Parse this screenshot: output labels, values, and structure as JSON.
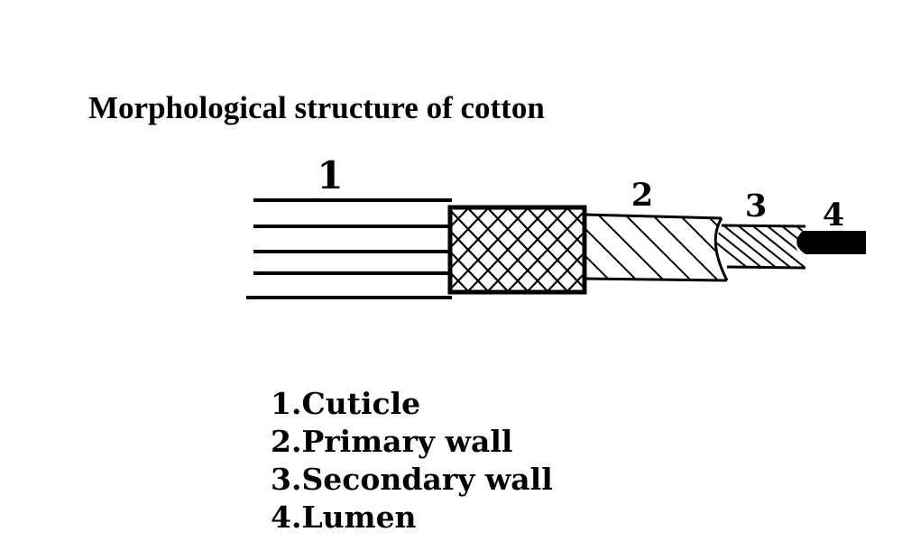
{
  "title": "Morphological structure of cotton",
  "diagram": {
    "labels": [
      "1",
      "2",
      "3",
      "4"
    ],
    "layers": [
      "cuticle",
      "primary-wall",
      "secondary-wall",
      "lumen"
    ]
  },
  "legend": [
    {
      "number": "1.",
      "text": "Cuticle"
    },
    {
      "number": "2.",
      "text": "Primary wall"
    },
    {
      "number": "3.",
      "text": "Secondary wall"
    },
    {
      "number": "4.",
      "text": "Lumen"
    }
  ]
}
